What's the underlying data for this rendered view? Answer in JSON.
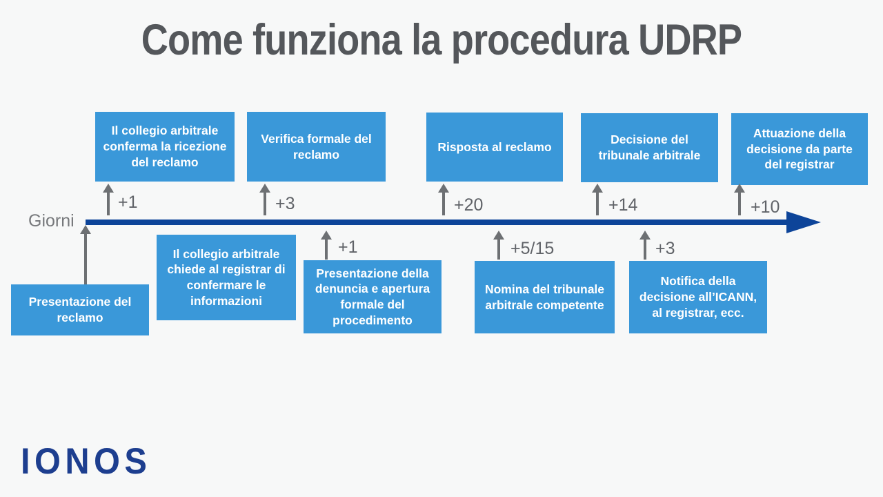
{
  "title": "Come funziona la procedura UDRP",
  "colors": {
    "background": "#f7f8f8",
    "box_blue": "#3a98d9",
    "timeline_blue": "#0d4499",
    "arrow_gray": "#6d7073",
    "title_gray": "#54575b",
    "logo_blue": "#1d3e8f"
  },
  "timeline": {
    "axis_label": "Giorni",
    "top_steps": [
      {
        "label": "Il collegio arbitrale conferma la ricezione del reclamo",
        "offset": "+1"
      },
      {
        "label": "Verifica formale del reclamo",
        "offset": "+3"
      },
      {
        "label": "Risposta al reclamo",
        "offset": "+20"
      },
      {
        "label": "Decisione del tribunale arbitrale",
        "offset": "+14"
      },
      {
        "label": "Attuazione della decisione da parte del registrar",
        "offset": "+10"
      }
    ],
    "bottom_steps": [
      {
        "label": "Presentazione del reclamo",
        "offset": ""
      },
      {
        "label": "Il collegio arbitrale chiede al registrar di confermare le informazioni",
        "offset": ""
      },
      {
        "label": "Presentazione della denuncia e apertura formale del procedimento",
        "offset": "+1"
      },
      {
        "label": "Nomina del tribunale arbitrale competente",
        "offset": "+5/15"
      },
      {
        "label": "Notifica della decisione all’ICANN, al registrar, ecc.",
        "offset": "+3"
      }
    ]
  },
  "footer": {
    "logo": "IONOS"
  }
}
